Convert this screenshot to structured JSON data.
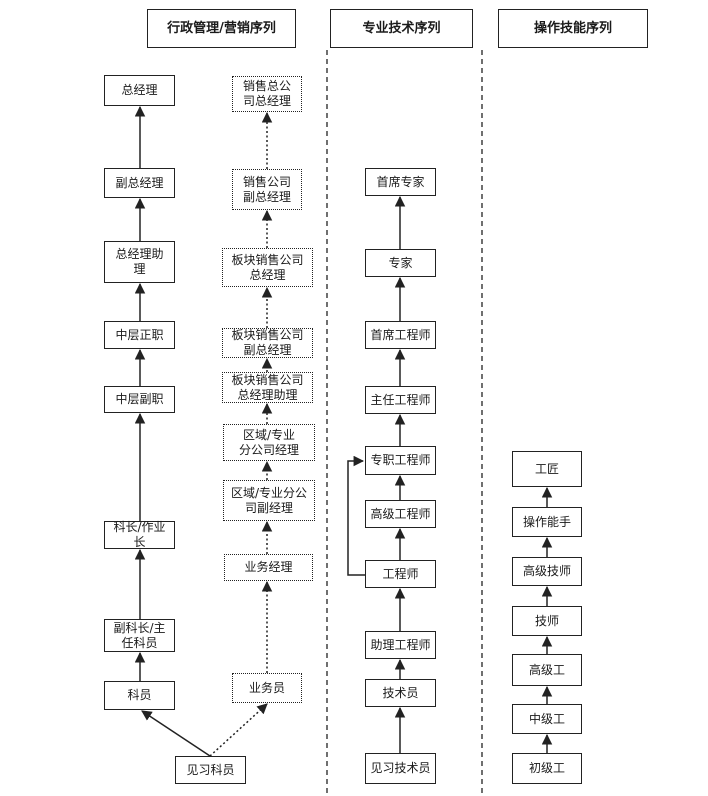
{
  "headers": {
    "admin": "行政管理/营销序列",
    "tech": "专业技术序列",
    "ops": "操作技能序列"
  },
  "admin_track": {
    "n1": "总经理",
    "n2": "副总经理",
    "n3": "总经理助\n理",
    "n4": "中层正职",
    "n5": "中层副职",
    "n6": "科长/作业\n长",
    "n7": "副科长/主\n任科员",
    "n8": "科员"
  },
  "sales_track": {
    "n1": "销售总公\n司总经理",
    "n2": "销售公司\n副总经理",
    "n3": "板块销售公司\n总经理",
    "n4": "板块销售公司\n副总经理",
    "n5": "板块销售公司\n总经理助理",
    "n6": "区域/专业\n分公司经理",
    "n7": "区域/专业分公\n司副经理",
    "n8": "业务经理",
    "n9": "业务员"
  },
  "trainee": "见习科员",
  "tech_track": {
    "n1": "首席专家",
    "n2": "专家",
    "n3": "首席工程师",
    "n4": "主任工程师",
    "n5": "专职工程师",
    "n6": "高级工程师",
    "n7": "工程师",
    "n8": "助理工程师",
    "n9": "技术员",
    "n10": "见习技术员"
  },
  "ops_track": {
    "n1": "工匠",
    "n2": "操作能手",
    "n3": "高级技师",
    "n4": "技师",
    "n5": "高级工",
    "n6": "中级工",
    "n7": "初级工"
  }
}
